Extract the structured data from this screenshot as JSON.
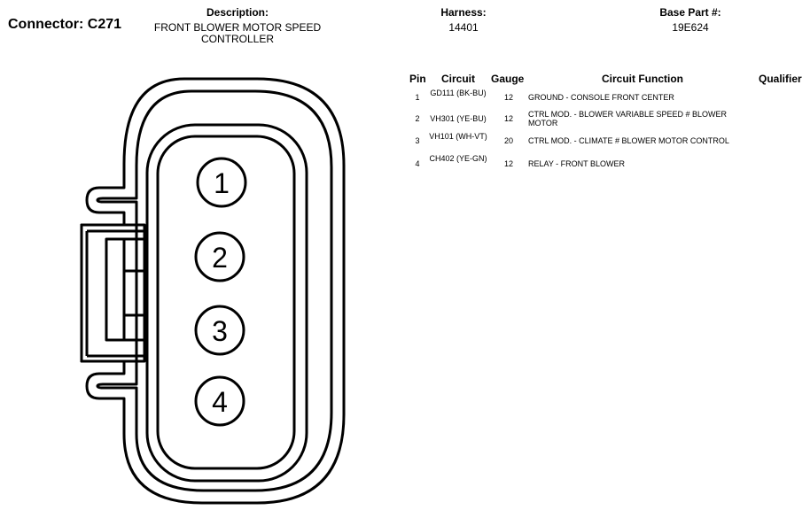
{
  "connector": {
    "label": "Connector: C271"
  },
  "header": {
    "description_label": "Description:",
    "description_value": "FRONT BLOWER MOTOR SPEED CONTROLLER",
    "harness_label": "Harness:",
    "harness_value": "14401",
    "base_part_label": "Base Part #:",
    "base_part_value": "19E624"
  },
  "table": {
    "columns": [
      "Pin",
      "Circuit",
      "Gauge",
      "Circuit Function",
      "Qualifier"
    ],
    "rows": [
      {
        "pin": "1",
        "circuit": "GD111 (BK-BU)",
        "gauge": "12",
        "function": "GROUND - CONSOLE FRONT CENTER",
        "qualifier": ""
      },
      {
        "pin": "2",
        "circuit": "VH301 (YE-BU)",
        "gauge": "12",
        "function": "CTRL MOD. - BLOWER VARIABLE SPEED # BLOWER MOTOR",
        "qualifier": ""
      },
      {
        "pin": "3",
        "circuit": "VH101 (WH-VT)",
        "gauge": "20",
        "function": "CTRL MOD. - CLIMATE # BLOWER MOTOR CONTROL",
        "qualifier": ""
      },
      {
        "pin": "4",
        "circuit": "CH402 (YE-GN)",
        "gauge": "12",
        "function": "RELAY - FRONT BLOWER",
        "qualifier": ""
      }
    ]
  },
  "diagram": {
    "pins": [
      "1",
      "2",
      "3",
      "4"
    ],
    "line_color": "#000000"
  }
}
